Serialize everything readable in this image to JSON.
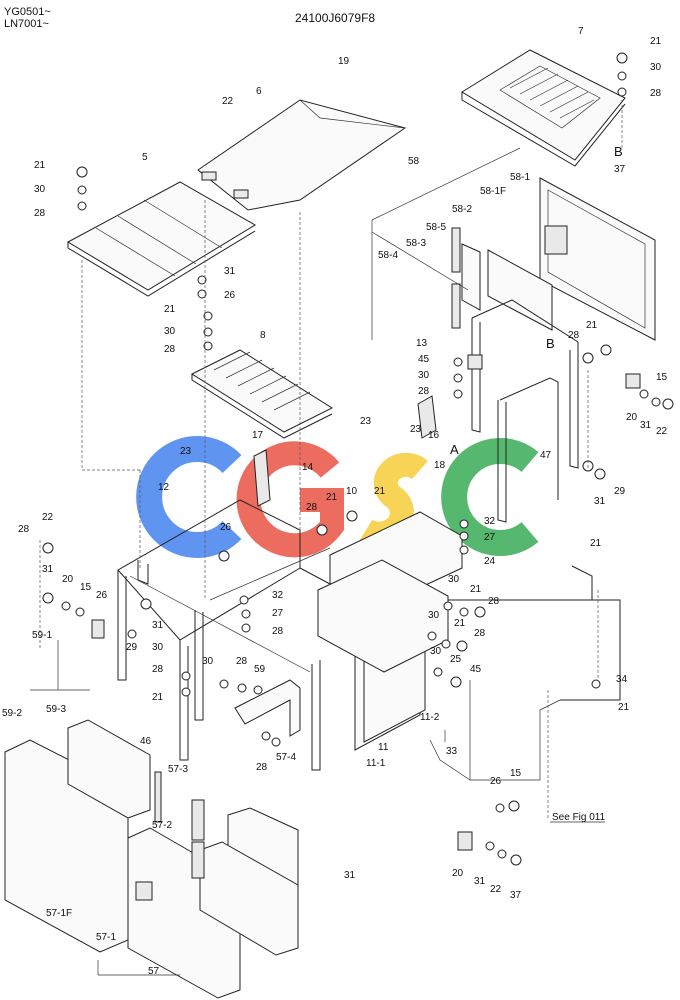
{
  "header": {
    "model_line1": "YG0501~",
    "model_line2": "LN7001~",
    "drawing_number": "24100J6079F8"
  },
  "reference_note": "See Fig 011",
  "watermark": {
    "text": "CGSC",
    "colors": [
      "#4b86f0",
      "#ea5a4b",
      "#f7cf3e",
      "#3fae5c"
    ]
  },
  "callouts": [
    "19",
    "22",
    "6",
    "7",
    "21",
    "30",
    "28",
    "B",
    "37",
    "5",
    "21",
    "30",
    "28",
    "58",
    "58-1",
    "58-1F",
    "58-2",
    "58-5",
    "58-3",
    "58-4",
    "31",
    "26",
    "21",
    "30",
    "28",
    "8",
    "13",
    "45",
    "30",
    "28",
    "28",
    "21",
    "B",
    "15",
    "20",
    "31",
    "22",
    "23",
    "23",
    "16",
    "A",
    "18",
    "47",
    "23",
    "17",
    "14",
    "12",
    "28",
    "21",
    "10",
    "21",
    "26",
    "31",
    "29",
    "32",
    "27",
    "24",
    "21",
    "28",
    "22",
    "31",
    "20",
    "15",
    "26",
    "31",
    "29",
    "32",
    "27",
    "28",
    "30",
    "21",
    "28",
    "30",
    "21",
    "28",
    "30",
    "25",
    "45",
    "30",
    "28",
    "21",
    "30",
    "28",
    "59",
    "59-1",
    "59-2",
    "59-3",
    "46",
    "11-1",
    "11-2",
    "11",
    "33",
    "34",
    "21",
    "28",
    "57-4",
    "57-3",
    "57-2",
    "31",
    "26",
    "15",
    "20",
    "31",
    "22",
    "37",
    "57-1F",
    "57-1",
    "57"
  ]
}
